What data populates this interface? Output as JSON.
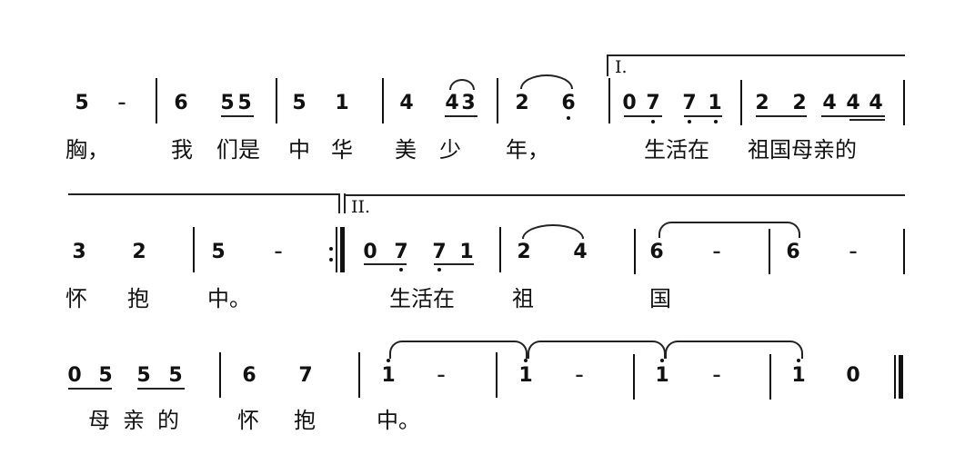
{
  "score": {
    "notation": "jianpu",
    "lines": [
      {
        "measures": [
          {
            "notes": [
              "5",
              "-"
            ]
          },
          {
            "notes": [
              "6",
              "5",
              "5"
            ]
          },
          {
            "notes": [
              "5",
              "1"
            ]
          },
          {
            "notes": [
              "4",
              "4",
              "3"
            ]
          },
          {
            "notes": [
              "2",
              "6"
            ]
          },
          {
            "notes": [
              "0",
              "7",
              "7",
              "1"
            ],
            "volta": "I."
          },
          {
            "notes": [
              "2",
              "2",
              "4",
              "4",
              "4"
            ]
          }
        ],
        "lyrics": [
          "胸，",
          "我",
          "们是",
          "中",
          "华",
          "美",
          "少",
          "年，",
          "生活在",
          "祖国母亲的"
        ]
      },
      {
        "measures": [
          {
            "notes": [
              "3",
              "2"
            ]
          },
          {
            "notes": [
              "5",
              "-"
            ],
            "end_repeat": true
          },
          {
            "notes": [
              "0",
              "7",
              "7",
              "1"
            ],
            "volta": "II."
          },
          {
            "notes": [
              "2",
              "4"
            ]
          },
          {
            "notes": [
              "6",
              "-"
            ]
          },
          {
            "notes": [
              "6",
              "-"
            ]
          }
        ],
        "lyrics": [
          "怀",
          "抱",
          "中。",
          "生活在",
          "祖",
          "国"
        ]
      },
      {
        "measures": [
          {
            "notes": [
              "0",
              "5",
              "5",
              "5"
            ]
          },
          {
            "notes": [
              "6",
              "7"
            ]
          },
          {
            "notes": [
              "i",
              "-"
            ]
          },
          {
            "notes": [
              "i",
              "-"
            ]
          },
          {
            "notes": [
              "i",
              "-"
            ]
          },
          {
            "notes": [
              "i",
              "0"
            ],
            "final_barline": true
          }
        ],
        "lyrics": [
          "母亲的",
          "怀",
          "抱",
          "中。"
        ]
      }
    ],
    "volta_labels": {
      "first": "I.",
      "second": "II."
    },
    "dash": "–",
    "high_one": "1"
  }
}
